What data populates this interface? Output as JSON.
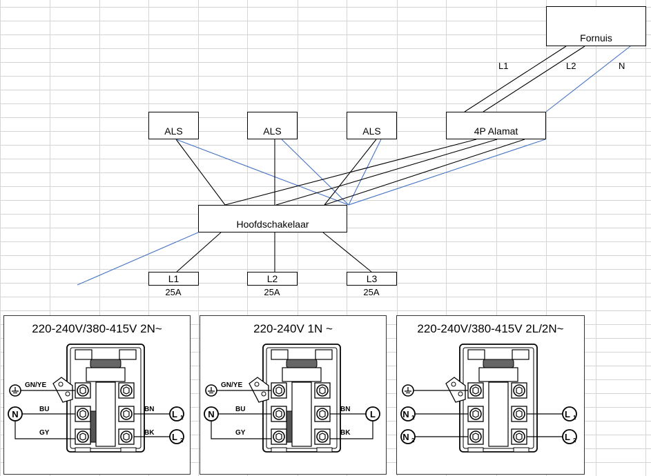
{
  "diagram": {
    "stove": "Fornuis",
    "main_breaker": "4P Alamat",
    "main_switch": "Hoofdschakelaar",
    "rcd_labels": [
      "ALS",
      "ALS",
      "ALS"
    ],
    "wire_labels": {
      "l1": "L1",
      "l2": "L2",
      "n": "N"
    },
    "outputs": [
      {
        "label": "L1",
        "amps": "25A"
      },
      {
        "label": "L2",
        "amps": "25A"
      },
      {
        "label": "L3",
        "amps": "25A"
      }
    ],
    "colors": {
      "neutral_wire": "#4472c4",
      "phase_wire": "#000000",
      "grid": "#d4d4d4"
    }
  },
  "panels": [
    {
      "title": "220-240V/380-415V 2N~",
      "earth": "GN/YE",
      "left_labels": [
        "BU",
        "GY"
      ],
      "right_labels": [
        "BN",
        "BK"
      ],
      "left_symbols": [
        "N",
        "N"
      ],
      "right_symbols": [
        "L1",
        "L2"
      ]
    },
    {
      "title": "220-240V 1N ~",
      "earth": "GN/YE",
      "left_labels": [
        "BU",
        "GY"
      ],
      "right_labels": [
        "BN",
        "BK"
      ],
      "left_symbols": [
        "N",
        "N"
      ],
      "right_symbols": [
        "L",
        "L"
      ]
    },
    {
      "title": "220-240V/380-415V 2L/2N~",
      "earth": "",
      "left_labels": [
        "",
        ""
      ],
      "right_labels": [
        "",
        ""
      ],
      "left_symbols": [
        "N1",
        "N2"
      ],
      "right_symbols": [
        "L1",
        "L2"
      ]
    }
  ]
}
